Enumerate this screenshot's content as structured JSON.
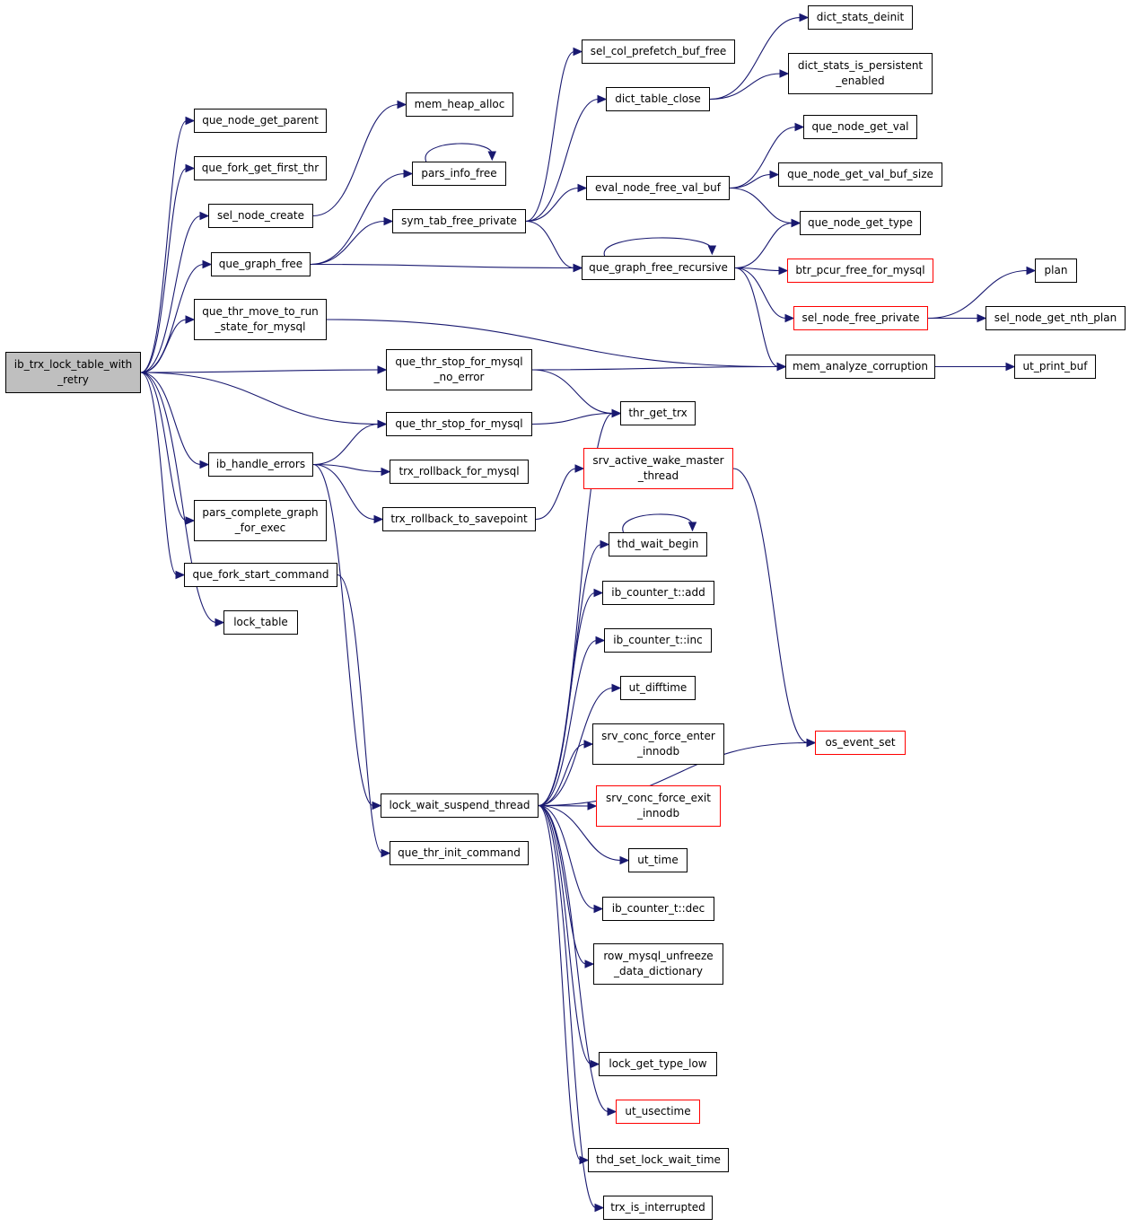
{
  "colors": {
    "edge": "#191970",
    "root_fill": "#bfbfbf",
    "truncated_border": "#ff0000",
    "node_border": "#000000"
  },
  "nodes": {
    "ib_trx_lock_table_with_retry": "ib_trx_lock_table_with\n_retry",
    "que_node_get_parent": "que_node_get_parent",
    "que_fork_get_first_thr": "que_fork_get_first_thr",
    "sel_node_create": "sel_node_create",
    "que_graph_free": "que_graph_free",
    "que_thr_move_to_run_state_for_mysql": "que_thr_move_to_run\n_state_for_mysql",
    "ib_handle_errors": "ib_handle_errors",
    "pars_complete_graph_for_exec": "pars_complete_graph\n_for_exec",
    "que_fork_start_command": "que_fork_start_command",
    "lock_table": "lock_table",
    "mem_heap_alloc": "mem_heap_alloc",
    "pars_info_free": "pars_info_free",
    "sym_tab_free_private": "sym_tab_free_private",
    "que_thr_stop_for_mysql_no_error": "que_thr_stop_for_mysql\n_no_error",
    "que_thr_stop_for_mysql": "que_thr_stop_for_mysql",
    "trx_rollback_for_mysql": "trx_rollback_for_mysql",
    "trx_rollback_to_savepoint": "trx_rollback_to_savepoint",
    "lock_wait_suspend_thread": "lock_wait_suspend_thread",
    "que_thr_init_command": "que_thr_init_command",
    "sel_col_prefetch_buf_free": "sel_col_prefetch_buf_free",
    "dict_table_close": "dict_table_close",
    "eval_node_free_val_buf": "eval_node_free_val_buf",
    "que_graph_free_recursive": "que_graph_free_recursive",
    "thr_get_trx": "thr_get_trx",
    "srv_active_wake_master_thread": "srv_active_wake_master\n_thread",
    "thd_wait_begin": "thd_wait_begin",
    "ib_counter_t_add": "ib_counter_t::add",
    "ib_counter_t_inc": "ib_counter_t::inc",
    "ut_difftime": "ut_difftime",
    "srv_conc_force_enter_innodb": "srv_conc_force_enter\n_innodb",
    "srv_conc_force_exit_innodb": "srv_conc_force_exit\n_innodb",
    "ut_time": "ut_time",
    "ib_counter_t_dec": "ib_counter_t::dec",
    "row_mysql_unfreeze_data_dictionary": "row_mysql_unfreeze\n_data_dictionary",
    "lock_get_type_low": "lock_get_type_low",
    "ut_usectime": "ut_usectime",
    "thd_set_lock_wait_time": "thd_set_lock_wait_time",
    "trx_is_interrupted": "trx_is_interrupted",
    "dict_stats_deinit": "dict_stats_deinit",
    "dict_stats_is_persistent_enabled": "dict_stats_is_persistent\n_enabled",
    "que_node_get_val": "que_node_get_val",
    "que_node_get_val_buf_size": "que_node_get_val_buf_size",
    "que_node_get_type": "que_node_get_type",
    "btr_pcur_free_for_mysql": "btr_pcur_free_for_mysql",
    "sel_node_free_private": "sel_node_free_private",
    "mem_analyze_corruption": "mem_analyze_corruption",
    "os_event_set": "os_event_set",
    "plan": "plan",
    "sel_node_get_nth_plan": "sel_node_get_nth_plan",
    "ut_print_buf": "ut_print_buf"
  },
  "truncated_nodes": [
    "btr_pcur_free_for_mysql",
    "sel_node_free_private",
    "srv_active_wake_master_thread",
    "srv_conc_force_exit_innodb",
    "ut_usectime",
    "os_event_set"
  ],
  "edges": [
    [
      "ib_trx_lock_table_with_retry",
      "que_node_get_parent"
    ],
    [
      "ib_trx_lock_table_with_retry",
      "que_fork_get_first_thr"
    ],
    [
      "ib_trx_lock_table_with_retry",
      "sel_node_create"
    ],
    [
      "ib_trx_lock_table_with_retry",
      "que_graph_free"
    ],
    [
      "ib_trx_lock_table_with_retry",
      "que_thr_move_to_run_state_for_mysql"
    ],
    [
      "ib_trx_lock_table_with_retry",
      "que_thr_stop_for_mysql_no_error"
    ],
    [
      "ib_trx_lock_table_with_retry",
      "que_thr_stop_for_mysql"
    ],
    [
      "ib_trx_lock_table_with_retry",
      "ib_handle_errors"
    ],
    [
      "ib_trx_lock_table_with_retry",
      "pars_complete_graph_for_exec"
    ],
    [
      "ib_trx_lock_table_with_retry",
      "que_fork_start_command"
    ],
    [
      "ib_trx_lock_table_with_retry",
      "lock_table"
    ],
    [
      "sel_node_create",
      "mem_heap_alloc"
    ],
    [
      "que_graph_free",
      "pars_info_free"
    ],
    [
      "que_graph_free",
      "sym_tab_free_private"
    ],
    [
      "que_graph_free",
      "que_graph_free_recursive"
    ],
    [
      "que_thr_move_to_run_state_for_mysql",
      "mem_analyze_corruption"
    ],
    [
      "ib_handle_errors",
      "que_thr_stop_for_mysql"
    ],
    [
      "ib_handle_errors",
      "trx_rollback_for_mysql"
    ],
    [
      "ib_handle_errors",
      "trx_rollback_to_savepoint"
    ],
    [
      "ib_handle_errors",
      "lock_wait_suspend_thread"
    ],
    [
      "que_fork_start_command",
      "que_thr_init_command"
    ],
    [
      "pars_info_free",
      "pars_info_free"
    ],
    [
      "sym_tab_free_private",
      "sel_col_prefetch_buf_free"
    ],
    [
      "sym_tab_free_private",
      "dict_table_close"
    ],
    [
      "sym_tab_free_private",
      "eval_node_free_val_buf"
    ],
    [
      "sym_tab_free_private",
      "que_graph_free_recursive"
    ],
    [
      "que_thr_stop_for_mysql_no_error",
      "mem_analyze_corruption"
    ],
    [
      "que_thr_stop_for_mysql_no_error",
      "thr_get_trx"
    ],
    [
      "que_thr_stop_for_mysql",
      "thr_get_trx"
    ],
    [
      "trx_rollback_to_savepoint",
      "srv_active_wake_master_thread"
    ],
    [
      "lock_wait_suspend_thread",
      "thr_get_trx"
    ],
    [
      "lock_wait_suspend_thread",
      "thd_wait_begin"
    ],
    [
      "lock_wait_suspend_thread",
      "ib_counter_t_add"
    ],
    [
      "lock_wait_suspend_thread",
      "ib_counter_t_inc"
    ],
    [
      "lock_wait_suspend_thread",
      "ut_difftime"
    ],
    [
      "lock_wait_suspend_thread",
      "srv_conc_force_enter_innodb"
    ],
    [
      "lock_wait_suspend_thread",
      "srv_conc_force_exit_innodb"
    ],
    [
      "lock_wait_suspend_thread",
      "ut_time"
    ],
    [
      "lock_wait_suspend_thread",
      "ib_counter_t_dec"
    ],
    [
      "lock_wait_suspend_thread",
      "row_mysql_unfreeze_data_dictionary"
    ],
    [
      "lock_wait_suspend_thread",
      "os_event_set"
    ],
    [
      "lock_wait_suspend_thread",
      "lock_get_type_low"
    ],
    [
      "lock_wait_suspend_thread",
      "ut_usectime"
    ],
    [
      "lock_wait_suspend_thread",
      "thd_set_lock_wait_time"
    ],
    [
      "lock_wait_suspend_thread",
      "trx_is_interrupted"
    ],
    [
      "dict_table_close",
      "dict_stats_deinit"
    ],
    [
      "dict_table_close",
      "dict_stats_is_persistent_enabled"
    ],
    [
      "eval_node_free_val_buf",
      "que_node_get_val"
    ],
    [
      "eval_node_free_val_buf",
      "que_node_get_val_buf_size"
    ],
    [
      "eval_node_free_val_buf",
      "que_node_get_type"
    ],
    [
      "que_graph_free_recursive",
      "que_graph_free_recursive"
    ],
    [
      "que_graph_free_recursive",
      "que_node_get_type"
    ],
    [
      "que_graph_free_recursive",
      "btr_pcur_free_for_mysql"
    ],
    [
      "que_graph_free_recursive",
      "sel_node_free_private"
    ],
    [
      "que_graph_free_recursive",
      "mem_analyze_corruption"
    ],
    [
      "sel_node_free_private",
      "plan"
    ],
    [
      "sel_node_free_private",
      "sel_node_get_nth_plan"
    ],
    [
      "srv_active_wake_master_thread",
      "os_event_set"
    ],
    [
      "thd_wait_begin",
      "thd_wait_begin"
    ],
    [
      "mem_analyze_corruption",
      "ut_print_buf"
    ]
  ]
}
